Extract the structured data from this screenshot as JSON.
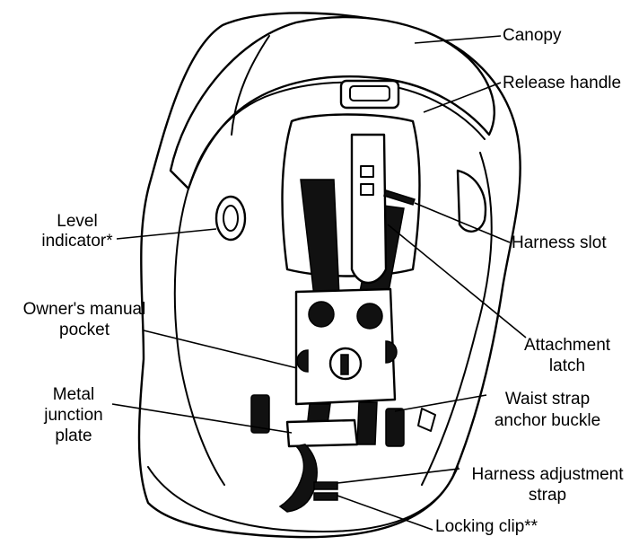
{
  "labels": {
    "canopy": "Canopy",
    "release_handle": "Release handle",
    "harness_slot": "Harness slot",
    "level_indicator_1": "Level",
    "level_indicator_2": "indicator*",
    "owners_manual_1": "Owner's manual",
    "owners_manual_2": "pocket",
    "attachment_latch_1": "Attachment",
    "attachment_latch_2": "latch",
    "metal_plate_1": "Metal",
    "metal_plate_2": "junction",
    "metal_plate_3": "plate",
    "waist_strap_1": "Waist strap",
    "waist_strap_2": "anchor buckle",
    "harness_adjust_1": "Harness adjustment",
    "harness_adjust_2": "strap",
    "locking_clip": "Locking clip**"
  }
}
